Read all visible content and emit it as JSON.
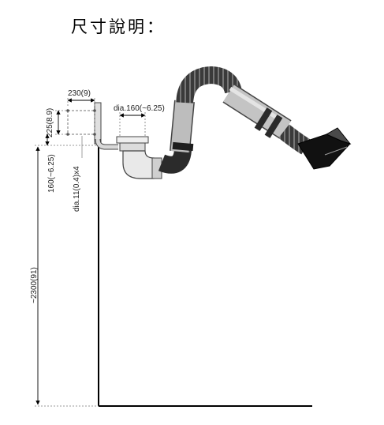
{
  "title": "尺寸說明：",
  "dimensions": {
    "bracket_width": "230(9)",
    "bracket_height": "225(8.9)",
    "duct_diameter": "dia.160(~6.25)",
    "mount_offset": "160(~6.25)",
    "bolt_holes": "dia.11(0.4)x4",
    "reach_height": "~2300(91)"
  },
  "colors": {
    "line": "#000000",
    "hose_dark": "#2b2b2b",
    "hose_mid": "#6a6a6a",
    "arm_tube": "#bdbdbd",
    "elbow_light": "#e9e9e9",
    "dash": "#777777"
  }
}
